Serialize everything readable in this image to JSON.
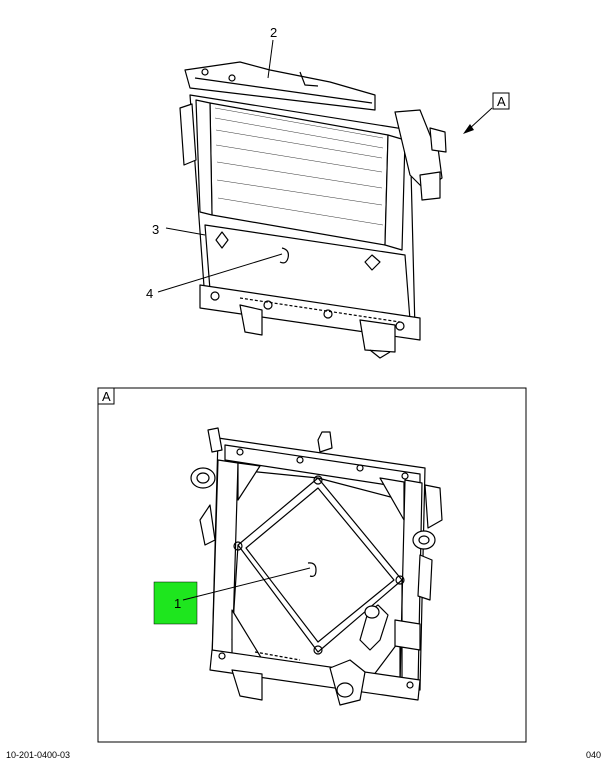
{
  "callouts": {
    "c1": "1",
    "c2": "2",
    "c3": "3",
    "c4": "4"
  },
  "view_label": "A",
  "detail_label": "A",
  "footer": {
    "left": "10-201-0400-03",
    "right": "040"
  },
  "colors": {
    "highlight": "#1ee61e",
    "line": "#000000"
  }
}
